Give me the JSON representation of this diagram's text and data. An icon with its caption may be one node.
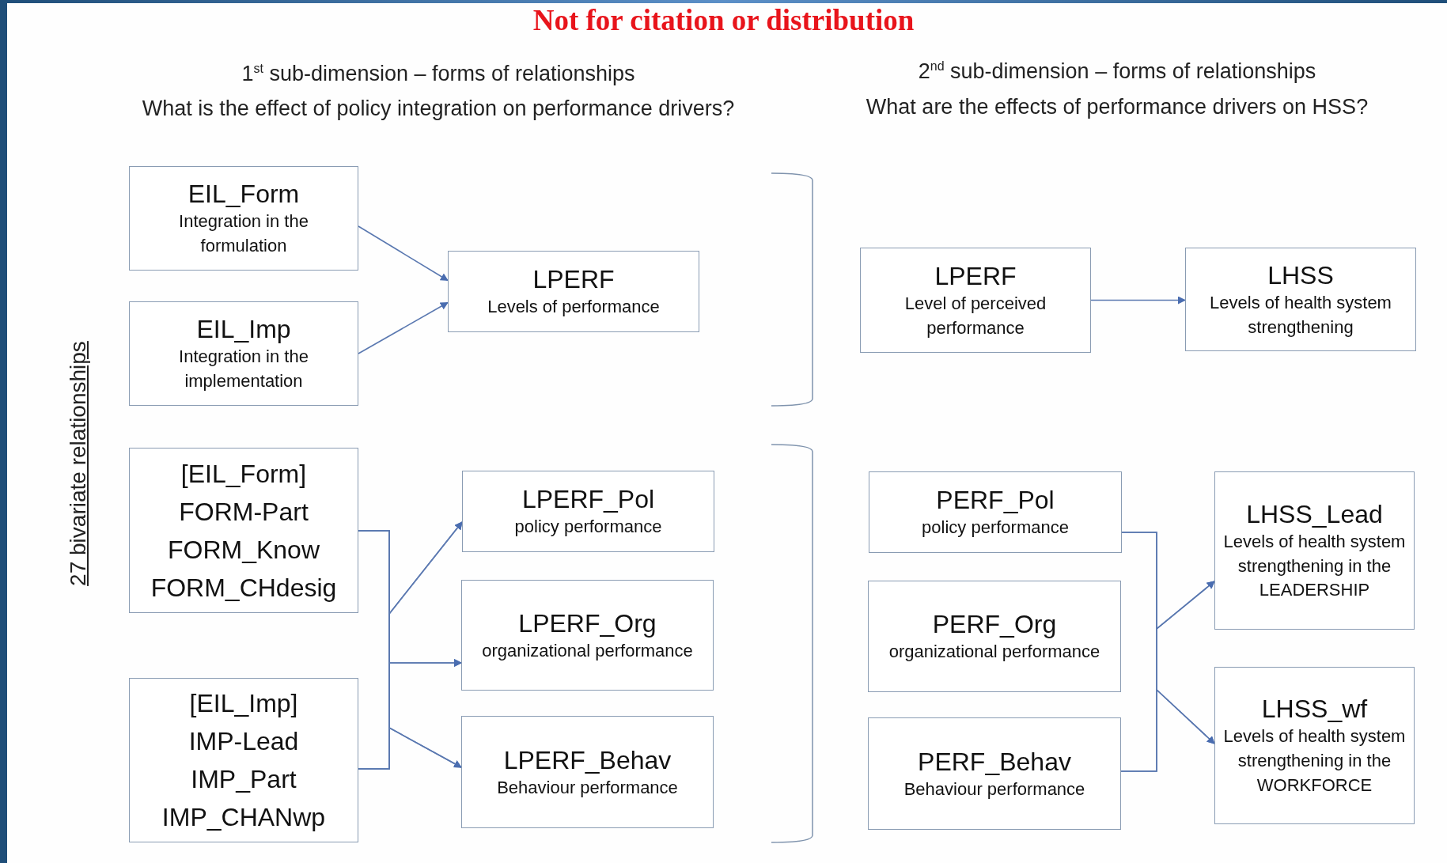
{
  "diagram": {
    "nodes": [
      {
        "text": [
          "EIL_Form",
          "Integration in the formulation"
        ]
      },
      {
        "text": [
          "EIL_Imp",
          "Integration in the implementation"
        ]
      },
      {
        "text": [
          "LPERF",
          "Levels of performance"
        ]
      },
      {
        "text": [
          "LPERF",
          "Level of perceived performance"
        ]
      },
      {
        "text": [
          "LHSS",
          "Levels of health system strengthening"
        ]
      },
      {
        "text": [
          "[EIL_Form]",
          "FORM-Part",
          "FORM_Know",
          "FORM_CHdesig"
        ]
      },
      {
        "text": [
          "[EIL_Imp]",
          "IMP-Lead",
          "IMP_Part",
          "IMP_CHANwp"
        ]
      },
      {
        "text": [
          "LPERF_Pol",
          "policy performance"
        ]
      },
      {
        "text": [
          "LPERF_Org",
          "organizational performance"
        ]
      },
      {
        "text": [
          "LPERF_Behav",
          "Behaviour performance"
        ]
      },
      {
        "text": [
          "PERF_Pol",
          "policy performance"
        ]
      },
      {
        "text": [
          "PERF_Org",
          "organizational performance"
        ]
      },
      {
        "text": [
          "PERF_Behav",
          "Behaviour performance"
        ]
      },
      {
        "text": [
          "LHSS_Lead",
          "Levels of health system strengthening in the LEADERSHIP"
        ]
      },
      {
        "text": [
          "LHSS_wf",
          "Levels of health system strengthening in the WORKFORCE"
        ]
      }
    ],
    "edges": [
      {
        "from": 0,
        "to": 2,
        "arrow": "to"
      },
      {
        "from": 1,
        "to": 2,
        "arrow": "to"
      },
      {
        "from": 3,
        "to": 4,
        "arrow": "to"
      },
      {
        "from": 5,
        "to": 7,
        "arrow": "to"
      },
      {
        "from": 5,
        "to": 8,
        "arrow": "to"
      },
      {
        "from": 5,
        "to": 9,
        "arrow": "to"
      },
      {
        "from": 6,
        "to": 7,
        "arrow": "to"
      },
      {
        "from": 6,
        "to": 8,
        "arrow": "to"
      },
      {
        "from": 6,
        "to": 9,
        "arrow": "to"
      },
      {
        "from": 10,
        "to": 13,
        "arrow": "to"
      },
      {
        "from": 10,
        "to": 14,
        "arrow": "to"
      },
      {
        "from": 12,
        "to": 13,
        "arrow": "to"
      },
      {
        "from": 12,
        "to": 14,
        "arrow": "to"
      }
    ],
    "labels": [
      "Not for citation or distribution",
      "1$^{st}$ sub-dimension – forms of relationships",
      "What is the effect of policy integration on performance drivers?",
      "2$^{nd}$ sub-dimension – forms of relationships",
      "What are the effects of performance drivers on HSS?",
      "27 bivariate relationships"
    ]
  }
}
